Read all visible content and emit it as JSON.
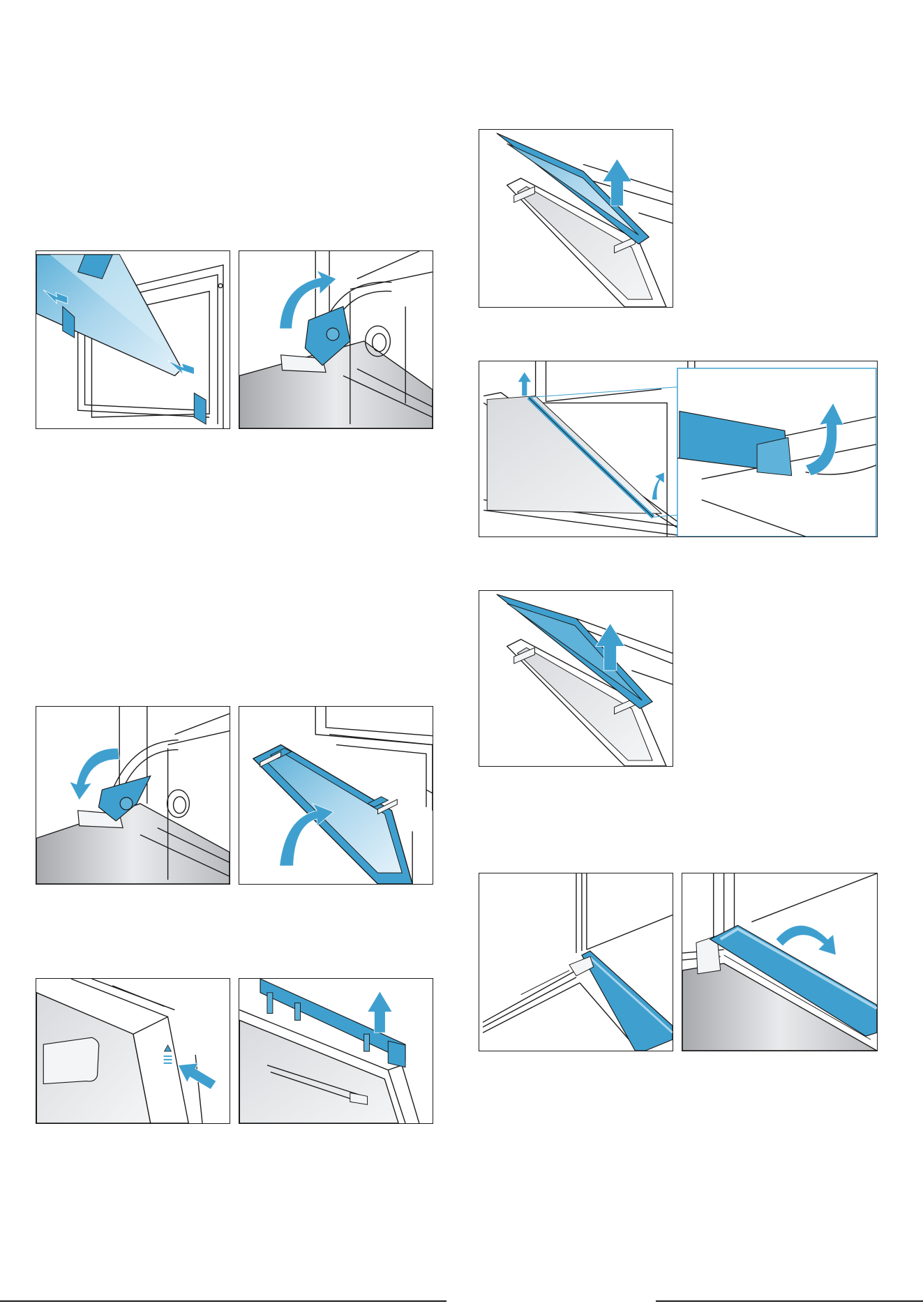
{
  "page": {
    "footer_text": "",
    "colors": {
      "line": "#1a1a1a",
      "accent": "#3fa0cf",
      "glass_light": "#a9d5ec",
      "glass_dark": "#5fb2d9",
      "metal_light": "#e9eaec",
      "metal_dark": "#a7a9ad"
    }
  },
  "figures": [
    {
      "id": "fig-1",
      "content": "hinge-clips-on-glass-panel"
    },
    {
      "id": "fig-2",
      "content": "hinge-lever-open"
    },
    {
      "id": "fig-3",
      "content": "hinge-lever-close"
    },
    {
      "id": "fig-4",
      "content": "glass-panel-lift-off"
    },
    {
      "id": "fig-5",
      "content": "press-side-button"
    },
    {
      "id": "fig-6",
      "content": "remove-cover-strip"
    },
    {
      "id": "fig-7",
      "content": "lift-inner-pane"
    },
    {
      "id": "fig-8",
      "content": "remove-door-seal-with-detail"
    },
    {
      "id": "fig-9",
      "content": "lift-second-pane"
    },
    {
      "id": "fig-10",
      "content": "seal-corner"
    },
    {
      "id": "fig-11",
      "content": "seal-strip-fit"
    }
  ]
}
